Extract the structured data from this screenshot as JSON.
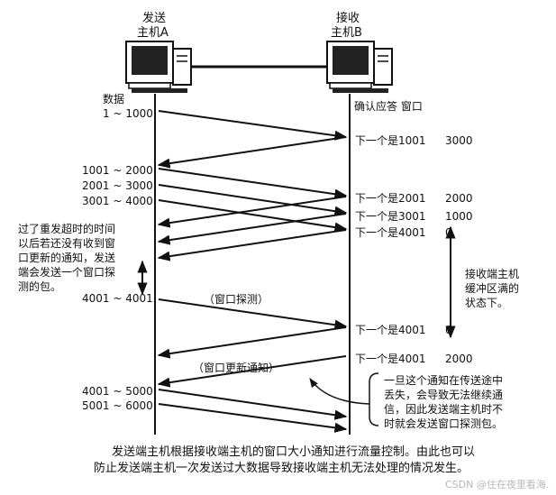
{
  "hosts": {
    "sender": {
      "line1": "发送",
      "line2": "主机A"
    },
    "receiver": {
      "line1": "接收",
      "line2": "主机B"
    }
  },
  "column_titles": {
    "data": "数据",
    "ack_window": "确认应答 窗口"
  },
  "send_labels": [
    "1 ~ 1000",
    "1001 ~ 2000",
    "2001 ~ 3000",
    "3001 ~ 4000",
    "4001 ~ 4001",
    "4001 ~ 5000",
    "5001 ~ 6000"
  ],
  "acks": [
    {
      "next": "下一个是1001",
      "window": "3000"
    },
    {
      "next": "下一个是2001",
      "window": "2000"
    },
    {
      "next": "下一个是3001",
      "window": "1000"
    },
    {
      "next": "下一个是4001",
      "window": "0"
    },
    {
      "next": "下一个是4001",
      "window": "0"
    },
    {
      "next": "下一个是4001",
      "window": "2000"
    }
  ],
  "probe_label": "（窗口探测）",
  "update_label": "（窗口更新通知）",
  "left_note": [
    "过了重发超时的时间",
    "以后若还没有收到窗",
    "口更新的通知，发送",
    "端会发送一个窗口探",
    "测的包。"
  ],
  "right_note": [
    "接收端主机",
    "缓冲区满的",
    "状态下。"
  ],
  "bottom_note": [
    "一旦这个通知在传送途中",
    "丢失，会导致无法继续通",
    "信，因此发送端主机时不",
    "时就会发送窗口探测包。"
  ],
  "caption": [
    "发送端主机根据接收端主机的窗口大小通知进行流量控制。由此也可以",
    "防止发送端主机一次发送过大数据导致接收端主机无法处理的情况发生。"
  ],
  "watermark": "CSDN @住在夜里看海."
}
